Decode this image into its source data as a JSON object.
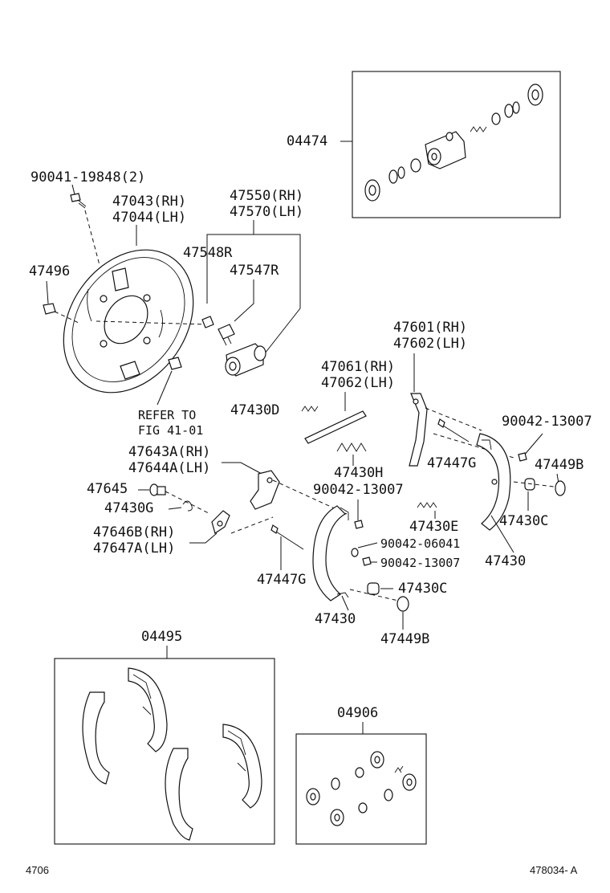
{
  "labels": {
    "kit_wheel_cylinder": "04474",
    "bolt": "90041-19848(2)",
    "plate_rh": "47043(RH)",
    "plate_lh": "47044(LH)",
    "cyl_rh": "47550(RH)",
    "cyl_lh": "47570(LH)",
    "plug": "47548R",
    "bleeder": "47547R",
    "plug2": "47496",
    "refer_1": "REFER TO",
    "refer_2": "FIG 41-01",
    "lever_rh": "47601(RH)",
    "lever_lh": "47602(LH)",
    "strut_rh": "47061(RH)",
    "strut_lh": "47062(LH)",
    "spring_d": "47430D",
    "spring_h": "47430H",
    "clip_right": "90042-13007",
    "pin_right": "47447G",
    "cup_right": "47449B",
    "adj_rh": "47643A(RH)",
    "adj_lh": "47644A(LH)",
    "screw": "47645",
    "spring_g": "47430G",
    "clip_mid": "90042-13007",
    "spring_e": "47430E",
    "cpin_rh": "47646B(RH)",
    "cpin_lh": "47647A(LH)",
    "washer": "90042-06041",
    "clip_low": "90042-13007",
    "shoe_right": "47430",
    "pin_left": "47447G",
    "spring_c_left": "47430C",
    "spring_c_right": "47430C",
    "shoe_left": "47430",
    "cup_left": "47449B",
    "kit_shoes": "04495",
    "kit_repair": "04906",
    "footer_left": "4706",
    "footer_right": "478034- A"
  }
}
